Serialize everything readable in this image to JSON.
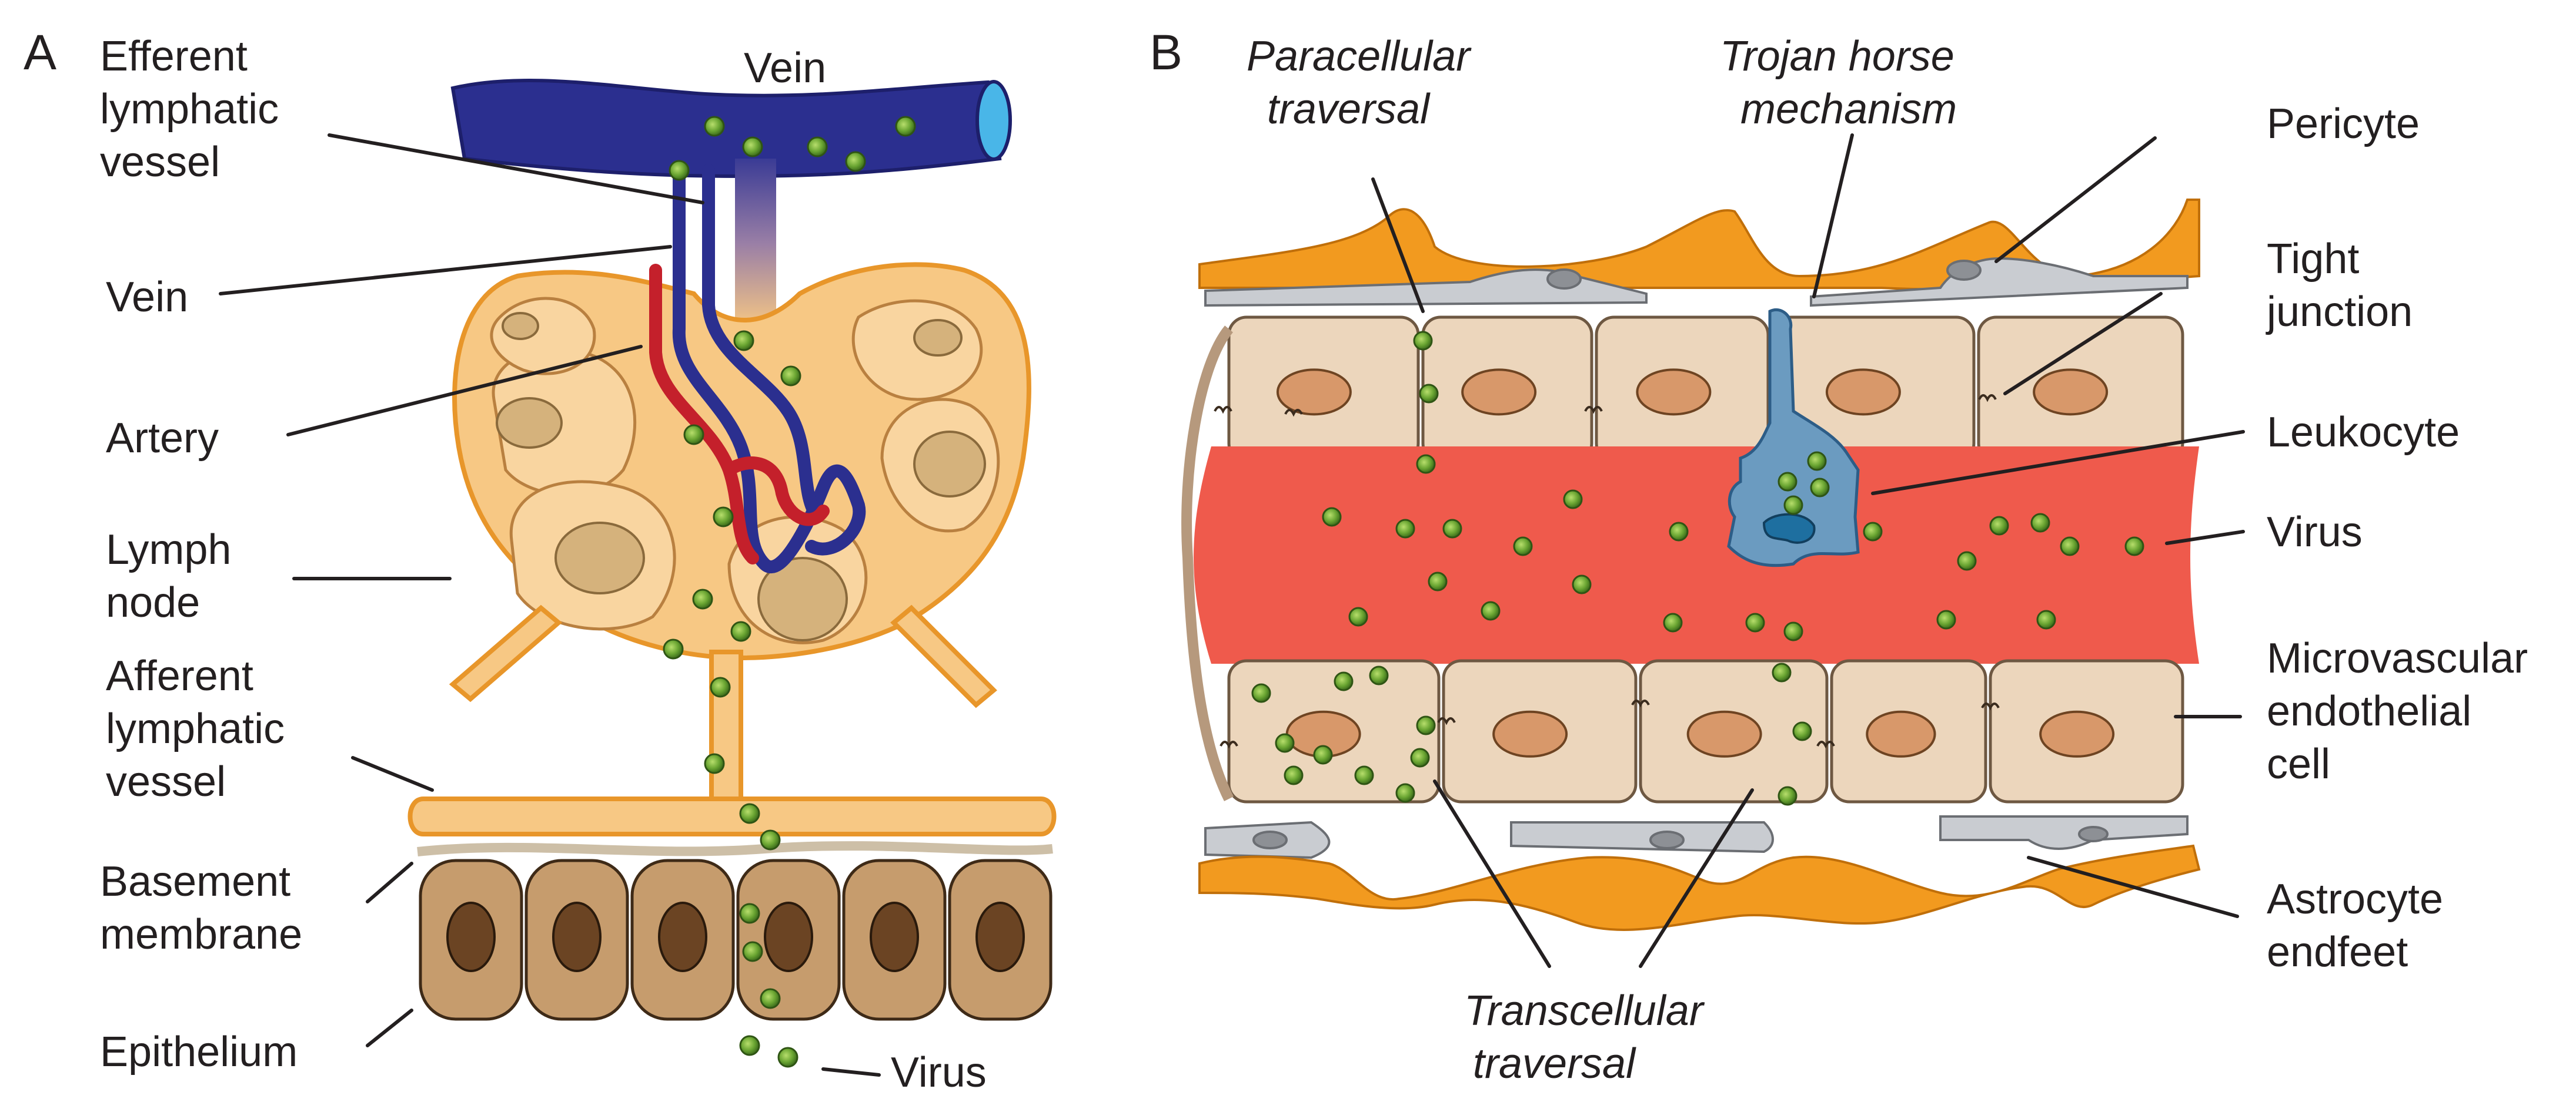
{
  "panel_a": {
    "letter": "A",
    "labels": {
      "efferent": [
        "Efferent",
        "lymphatic",
        "vessel"
      ],
      "vein_top": "Vein",
      "vein_left": "Vein",
      "artery": "Artery",
      "lymph_node": [
        "Lymph",
        "node"
      ],
      "afferent": [
        "Afferent",
        "lymphatic",
        "vessel"
      ],
      "basement": [
        "Basement",
        "membrane"
      ],
      "epithelium": "Epithelium",
      "virus": "Virus"
    }
  },
  "panel_b": {
    "letter": "B",
    "labels": {
      "paracellular": [
        "Paracellular",
        "traversal"
      ],
      "trojan": [
        "Trojan horse",
        "mechanism"
      ],
      "pericyte": "Pericyte",
      "tight_junction": [
        "Tight",
        "junction"
      ],
      "leukocyte": "Leukocyte",
      "virus": "Virus",
      "endothelial": [
        "Microvascular",
        "endothelial",
        "cell"
      ],
      "astrocyte": [
        "Astrocyte",
        "endfeet"
      ],
      "transcellular": [
        "Transcellular",
        "traversal"
      ]
    }
  },
  "colors": {
    "vein": "#2b2f8f",
    "artery": "#c4202b",
    "lymph": "#f7c884",
    "lymph_stroke": "#e8962a",
    "virus": "#6aa532",
    "blood": "#ef5a4c",
    "endothelium": "#ecd6bc",
    "nucleus": "#d8986a",
    "astrocyte": "#f29a1f",
    "pericyte": "#c9ccd1",
    "leukocyte": "#6b9bc0",
    "epithelium": "#c69c6d",
    "epi_nucleus": "#6b4423"
  }
}
